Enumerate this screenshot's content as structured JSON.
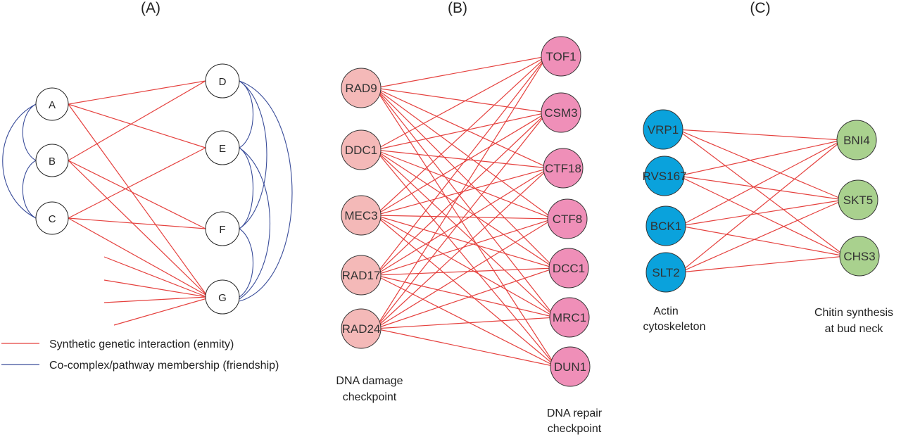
{
  "panels": [
    {
      "label": "(A)",
      "nodes": [
        "A",
        "B",
        "C",
        "D",
        "E",
        "F",
        "G"
      ],
      "enmity_edges": [
        [
          "A",
          "D"
        ],
        [
          "A",
          "E"
        ],
        [
          "A",
          "G"
        ],
        [
          "B",
          "D"
        ],
        [
          "B",
          "F"
        ],
        [
          "B",
          "G"
        ],
        [
          "C",
          "E"
        ],
        [
          "C",
          "F"
        ],
        [
          "C",
          "G"
        ]
      ],
      "friendship_edges": [
        [
          "A",
          "B"
        ],
        [
          "B",
          "C"
        ],
        [
          "A",
          "C"
        ],
        [
          "D",
          "E"
        ],
        [
          "E",
          "F"
        ],
        [
          "F",
          "G"
        ],
        [
          "D",
          "F"
        ],
        [
          "E",
          "G"
        ],
        [
          "D",
          "G"
        ]
      ]
    },
    {
      "label": "(B)",
      "left_nodes": [
        "RAD9",
        "DDC1",
        "MEC3",
        "RAD17",
        "RAD24"
      ],
      "right_nodes": [
        "TOF1",
        "CSM3",
        "CTF18",
        "CTF8",
        "DCC1",
        "MRC1",
        "DUN1"
      ],
      "left_caption": [
        "DNA damage",
        "checkpoint"
      ],
      "right_caption": [
        "DNA repair",
        "checkpoint"
      ],
      "left_color": "#f4b9b8",
      "right_color": "#ef8fb8"
    },
    {
      "label": "(C)",
      "left_nodes": [
        "VRP1",
        "RVS167",
        "BCK1",
        "SLT2"
      ],
      "right_nodes": [
        "BNI4",
        "SKT5",
        "CHS3"
      ],
      "left_caption": [
        "Actin",
        "cytoskeleton"
      ],
      "right_caption": [
        "Chitin synthesis",
        "at bud neck"
      ],
      "left_color": "#0aa2dc",
      "right_color": "#a9d18e"
    }
  ],
  "legend": {
    "enmity": "Synthetic genetic interaction (enmity)",
    "friendship": "Co-complex/pathway membership (friendship)",
    "enmity_color": "#e5413e",
    "friendship_color": "#3a4d9a"
  }
}
